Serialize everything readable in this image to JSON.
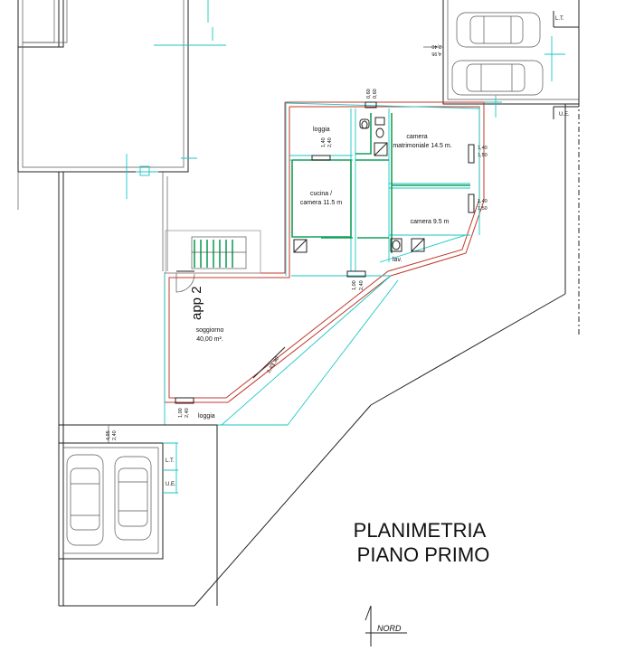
{
  "title": {
    "line1": "PLANIMETRIA",
    "line2": "PIANO PRIMO"
  },
  "unit_label": "app 2",
  "north_label": "NORD",
  "rooms": {
    "loggia_top": "loggia",
    "camera_matrimoniale": [
      "camera",
      "matrimoniale 14.5 m."
    ],
    "cucina": [
      "cucina /",
      "camera 11.5 m"
    ],
    "camera_small": "camera 9.5 m",
    "lav": "lav.",
    "soggiorno": [
      "soggiorno",
      "40,00 m²."
    ],
    "loggia_bottom": "loggia"
  },
  "utility_labels": {
    "lt_top": "L.T.",
    "ue_top": "U.E.",
    "lt_bottom": "L.T.",
    "ue_bottom": "U.E."
  },
  "dimensions": {
    "garage_top_a": "2,40",
    "garage_top_b": "4,95",
    "loggia_a": "1,40",
    "loggia_b": "2,40",
    "vent_a": "0,60",
    "vent_b": "0,60",
    "win1_a": "1,40",
    "win1_b": "1,50",
    "win2_a": "1,40",
    "win2_b": "1,50",
    "door_a": "1,00",
    "door_b": "2,40",
    "diag_a": "1,80",
    "diag_b": "2,40",
    "loggia_bottom_a": "1,00",
    "loggia_bottom_b": "2,40",
    "garage_bottom_a": "4,95",
    "garage_bottom_b": "2,40"
  }
}
